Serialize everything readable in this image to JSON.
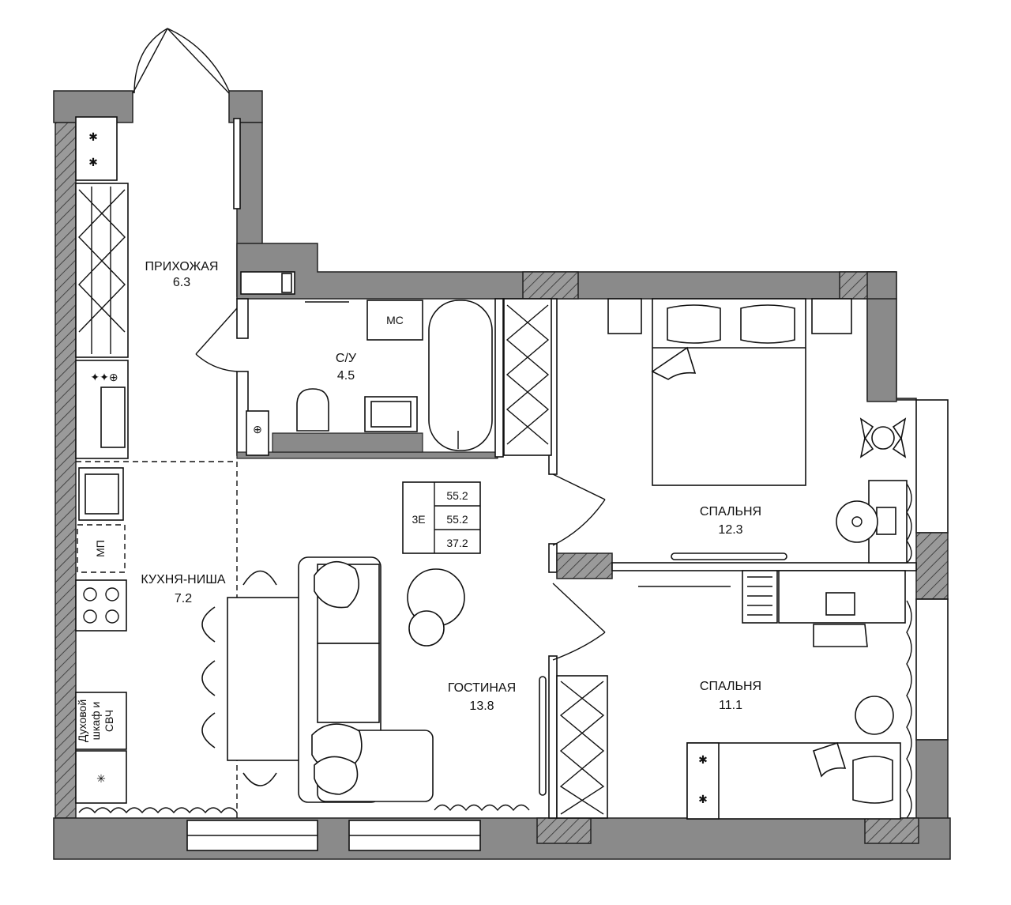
{
  "rooms": {
    "hallway": {
      "name": "ПРИХОЖАЯ",
      "area": "6.3"
    },
    "bathroom": {
      "name": "С/У",
      "area": "4.5"
    },
    "kitchen": {
      "name": "КУХНЯ-НИША",
      "area": "7.2"
    },
    "living": {
      "name": "ГОСТИНАЯ",
      "area": "13.8"
    },
    "bedroom1": {
      "name": "СПАЛЬНЯ",
      "area": "12.3"
    },
    "bedroom2": {
      "name": "СПАЛЬНЯ",
      "area": "11.1"
    }
  },
  "fixtures": {
    "washing_machine": "МС",
    "dishwasher": "МП",
    "oven": [
      "Духовой",
      "шкаф и",
      "СВЧ"
    ]
  },
  "summary": {
    "type": "3Е",
    "total_area": "55.2",
    "area_with_balcony": "55.2",
    "living_area": "37.2"
  },
  "colors": {
    "wall": "#8a8a8a",
    "outline": "#111111",
    "background": "#ffffff"
  }
}
